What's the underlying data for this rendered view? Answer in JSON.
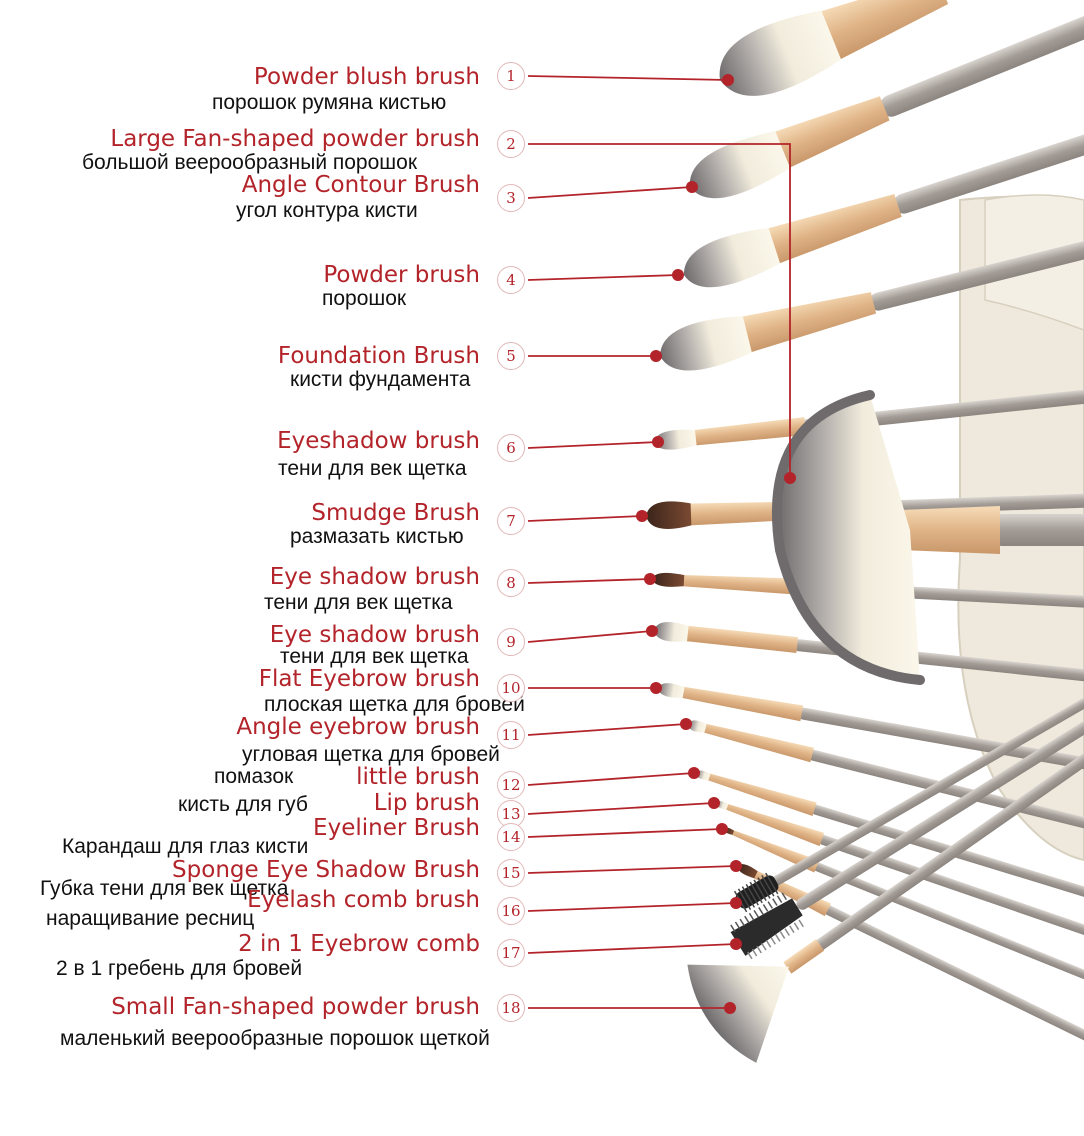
{
  "accent_color": "#b3242a",
  "items": [
    {
      "num": "1",
      "en": "Powder blush brush",
      "ru": "порошок румяна кистью"
    },
    {
      "num": "2",
      "en": "Large Fan-shaped powder brush",
      "ru": "большой веерообразный порошок"
    },
    {
      "num": "3",
      "en": "Angle Contour Brush",
      "ru": "угол контура кисти"
    },
    {
      "num": "4",
      "en": "Powder brush",
      "ru": "порошок"
    },
    {
      "num": "5",
      "en": "Foundation Brush",
      "ru": "кисти фундамента"
    },
    {
      "num": "6",
      "en": "Eyeshadow brush",
      "ru": "тени для век щетка"
    },
    {
      "num": "7",
      "en": "Smudge Brush",
      "ru": "размазать кистью"
    },
    {
      "num": "8",
      "en": "Eye shadow brush",
      "ru": "тени для век щетка"
    },
    {
      "num": "9",
      "en": "Eye shadow brush",
      "ru": "тени для век щетка"
    },
    {
      "num": "10",
      "en": "Flat Eyebrow brush",
      "ru": "плоская щетка для бровей"
    },
    {
      "num": "11",
      "en": "Angle eyebrow brush",
      "ru": "угловая щетка для бровей"
    },
    {
      "num": "12",
      "en": "little brush",
      "ru": "помазок"
    },
    {
      "num": "13",
      "en": "Lip brush",
      "ru": "кисть для губ"
    },
    {
      "num": "14",
      "en": "Eyeliner Brush",
      "ru": "Карандаш для глаз кисти"
    },
    {
      "num": "15",
      "en": "Sponge Eye Shadow Brush",
      "ru": "Губка тени для век щетка"
    },
    {
      "num": "16",
      "en": "Eyelash comb brush",
      "ru": "наращивание ресниц"
    },
    {
      "num": "17",
      "en": "2 in 1 Eyebrow comb",
      "ru": "2 в 1 гребень для бровей"
    },
    {
      "num": "18",
      "en": "Small Fan-shaped powder brush",
      "ru": "маленький веерообразные порошок щеткой"
    }
  ]
}
